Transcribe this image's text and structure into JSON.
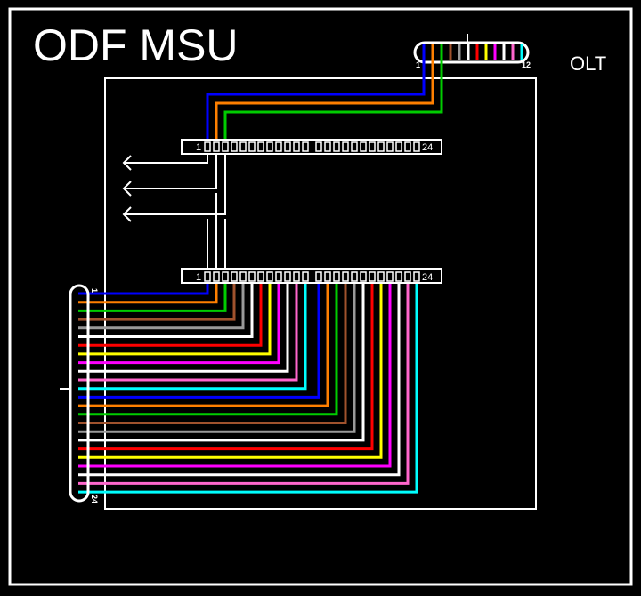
{
  "title": "ODF MSU",
  "olt_label": "OLT",
  "olt_connector": {
    "first": "1",
    "last": "12"
  },
  "top_panel": {
    "first": "1",
    "last": "24"
  },
  "bottom_panel": {
    "first": "1",
    "last": "24"
  },
  "left_cable": {
    "first": "1",
    "last": "24"
  },
  "fiber_colors": [
    "#0000ff",
    "#ff8000",
    "#00cc00",
    "#a0522d",
    "#999999",
    "#ffffff",
    "#ff0000",
    "#ffff00",
    "#ff00ff",
    "#ffffff",
    "#ff66cc",
    "#00ffff"
  ],
  "colors": {
    "background": "#000000",
    "outline": "#ffffff",
    "drop_line": "#ffffff"
  }
}
